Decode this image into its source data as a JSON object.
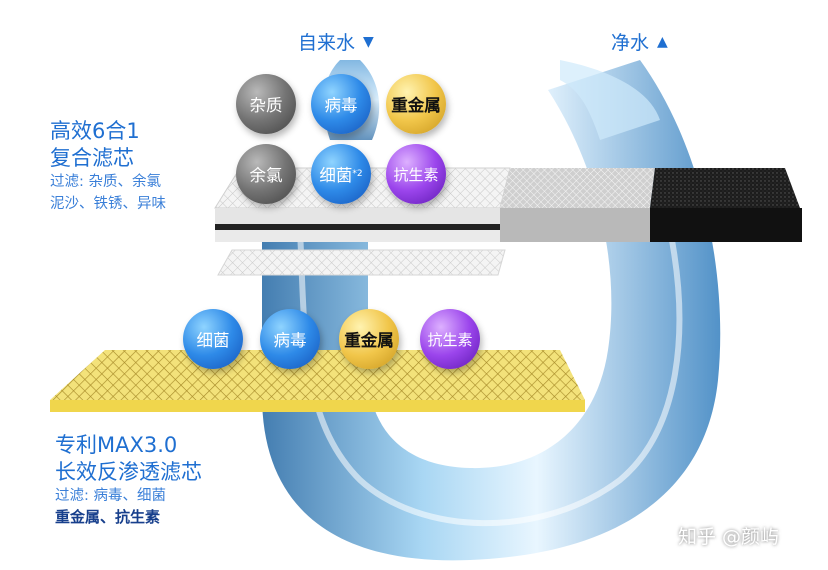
{
  "flow_labels": {
    "tap_water": "自来水",
    "tap_water_arrow": "▼",
    "pure_water": "净水",
    "pure_water_arrow": "▲"
  },
  "composite_filter": {
    "title_line1": "高效6合1",
    "title_line2": "复合滤芯",
    "desc_line1": "过滤: 杂质、余氯",
    "desc_line2": "泥沙、铁锈、异味",
    "balls": [
      {
        "label": "杂质",
        "color": "gray"
      },
      {
        "label": "病毒",
        "color": "blue"
      },
      {
        "label": "重金属",
        "color": "gold"
      },
      {
        "label": "余氯",
        "color": "gray"
      },
      {
        "label": "细菌",
        "sup": "*2",
        "color": "blue"
      },
      {
        "label": "抗生素",
        "color": "purple"
      }
    ]
  },
  "ro_filter": {
    "title_line1": "专利MAX3.0",
    "title_line2": "长效反渗透滤芯",
    "desc_line1": "过滤: 病毒、细菌",
    "desc_line2": "重金属、抗生素",
    "balls": [
      {
        "label": "细菌",
        "color": "blue"
      },
      {
        "label": "病毒",
        "color": "blue"
      },
      {
        "label": "重金属",
        "color": "gold"
      },
      {
        "label": "抗生素",
        "color": "purple"
      }
    ]
  },
  "colors": {
    "accent_blue": "#1f6fd1",
    "dark_blue": "#173f8c",
    "ro_membrane": "#f3e27a",
    "carbon": "#1c1c1c"
  },
  "watermark": "知乎 @颜屿"
}
